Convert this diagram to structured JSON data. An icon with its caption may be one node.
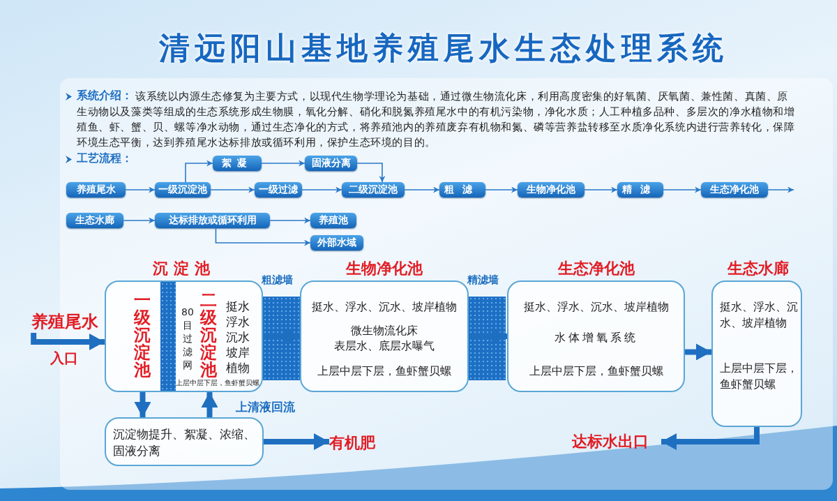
{
  "diagram": {
    "title": "清远阳山基地养殖尾水生态处理系统",
    "labels": [
      "系统介绍：",
      "该系统以内源生态修复为主要方式，以现代生物学理论为基础，通过微生物流化床，利用高度密集的好氧菌、厌氧菌、兼性菌、真菌、原生动物以及藻类等组成的生态系统形成生物膜，氧化分解、硝化和脱氮养殖尾水中的有机污染物，净化水质；人工种植多品种、多层次的净水植物和增殖鱼、虾、蟹、贝、螺等净水动物，通过生态净化的方式，将养殖池内的养殖废弃有机物和氮、磷等营养盐转移至水质净化系统内进行营养转化，保障环境生态平衡，达到养殖尾水达标排放或循环利用，保护生态环境的目的。",
      "工艺流程：",
      "粗滤墙",
      "精滤墙"
    ],
    "nodes": [
      {
        "text": [
          "养殖尾水"
        ]
      },
      {
        "text": [
          "一级沉淀池"
        ]
      },
      {
        "text": [
          "絮凝"
        ]
      },
      {
        "text": [
          "固液分离"
        ]
      },
      {
        "text": [
          "一级过滤"
        ]
      },
      {
        "text": [
          "二级沉淀池"
        ]
      },
      {
        "text": [
          "粗滤"
        ]
      },
      {
        "text": [
          "生物净化池"
        ]
      },
      {
        "text": [
          "精滤"
        ]
      },
      {
        "text": [
          "生态净化池"
        ]
      },
      {
        "text": [
          "生态水廊"
        ]
      },
      {
        "text": [
          "达标排放或循环利用"
        ]
      },
      {
        "text": [
          "养殖池"
        ]
      },
      {
        "text": [
          "外部水域"
        ]
      },
      {
        "text": [
          "沉淀池",
          "一级沉淀池",
          "80目过滤网",
          "二级沉淀池",
          "挺水浮水沉水坡岸植物",
          "上层中层下层，鱼虾蟹贝螺"
        ]
      },
      {
        "text": [
          "生物净化池",
          "挺水、浮水、沉水、坡岸植物",
          "微生物流化床",
          "表层水、底层水曝气",
          "上层中层下层，鱼虾蟹贝螺"
        ]
      },
      {
        "text": [
          "生态净化池",
          "挺水、浮水、沉水、坡岸植物",
          "水体增氧系统",
          "上层中层下层，鱼虾蟹贝螺"
        ]
      },
      {
        "text": [
          "生态水廊",
          "挺水、浮水、沉水、坡岸植物",
          "上层中层下层，鱼虾蟹贝螺"
        ]
      },
      {
        "text": [
          "沉淀物提升、絮凝、浓缩、固液分离"
        ]
      },
      {
        "text": [
          "养殖尾水"
        ],
        "beside": [
          "入口"
        ]
      },
      {
        "text": [
          "有机肥"
        ]
      },
      {
        "text": [
          "达标水出口"
        ]
      },
      {
        "text": [],
        "shape": "bar",
        "in": 14
      }
    ],
    "edges": [
      {
        "from": 0,
        "to": 1,
        "arrow": "to"
      },
      {
        "from": 1,
        "to": 2,
        "arrow": "to"
      },
      {
        "from": 2,
        "to": 3,
        "arrow": "to"
      },
      {
        "from": 3,
        "to": 5,
        "arrow": "to"
      },
      {
        "from": 1,
        "to": 4,
        "arrow": "to"
      },
      {
        "from": 4,
        "to": 5,
        "arrow": "to"
      },
      {
        "from": 5,
        "to": 6,
        "arrow": "to"
      },
      {
        "from": 6,
        "to": 7,
        "arrow": "to"
      },
      {
        "from": 7,
        "to": 8,
        "arrow": "to"
      },
      {
        "from": 8,
        "to": 9,
        "arrow": "to"
      },
      {
        "from": 9,
        "to": null,
        "arrow": "to"
      },
      {
        "from": 10,
        "to": 11,
        "arrow": "to"
      },
      {
        "from": 11,
        "to": 12,
        "arrow": "to"
      },
      {
        "from": 11,
        "to": 13,
        "arrow": "to"
      },
      {
        "from": 19,
        "to": 14,
        "arrow": "to",
        "style": "thick"
      },
      {
        "from": 14,
        "to": 15,
        "arrow": "to",
        "style": "thick"
      },
      {
        "from": 15,
        "to": 16,
        "arrow": "to",
        "style": "thick"
      },
      {
        "from": 16,
        "to": 17,
        "arrow": "to",
        "style": "thick"
      },
      {
        "from": 14,
        "to": 18,
        "arrow": "to",
        "style": "thick"
      },
      {
        "from": 18,
        "to": 14,
        "arrow": "to",
        "style": "thick",
        "label": "上清液回流"
      },
      {
        "from": 18,
        "to": 20,
        "arrow": "to",
        "style": "thick"
      },
      {
        "from": 17,
        "to": 21,
        "arrow": "to",
        "style": "thick"
      }
    ]
  }
}
